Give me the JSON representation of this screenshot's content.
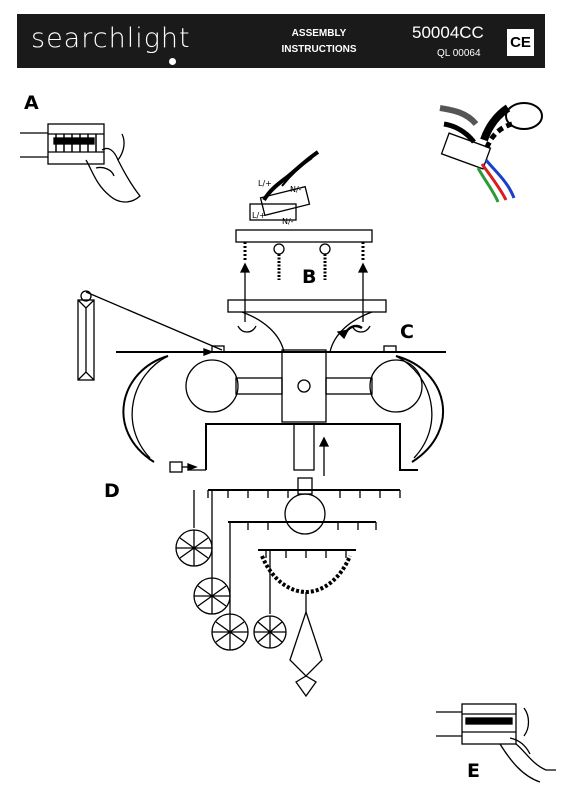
{
  "header": {
    "brand": "searchlight",
    "doc_title_line1": "ASSEMBLY",
    "doc_title_line2": "INSTRUCTIONS",
    "product_code": "50004CC",
    "ql_code": "QL 00064",
    "ce_mark": "CE"
  },
  "steps": {
    "a": "A",
    "b": "B",
    "c": "C",
    "d": "D",
    "e": "E"
  },
  "wiring_labels": {
    "live_top": "L/+",
    "neutral_top": "N/-",
    "live_bottom": "L/+",
    "neutral_bottom": "N/-"
  },
  "colors": {
    "header_bg": "#1a1a1a",
    "line": "#000000"
  }
}
